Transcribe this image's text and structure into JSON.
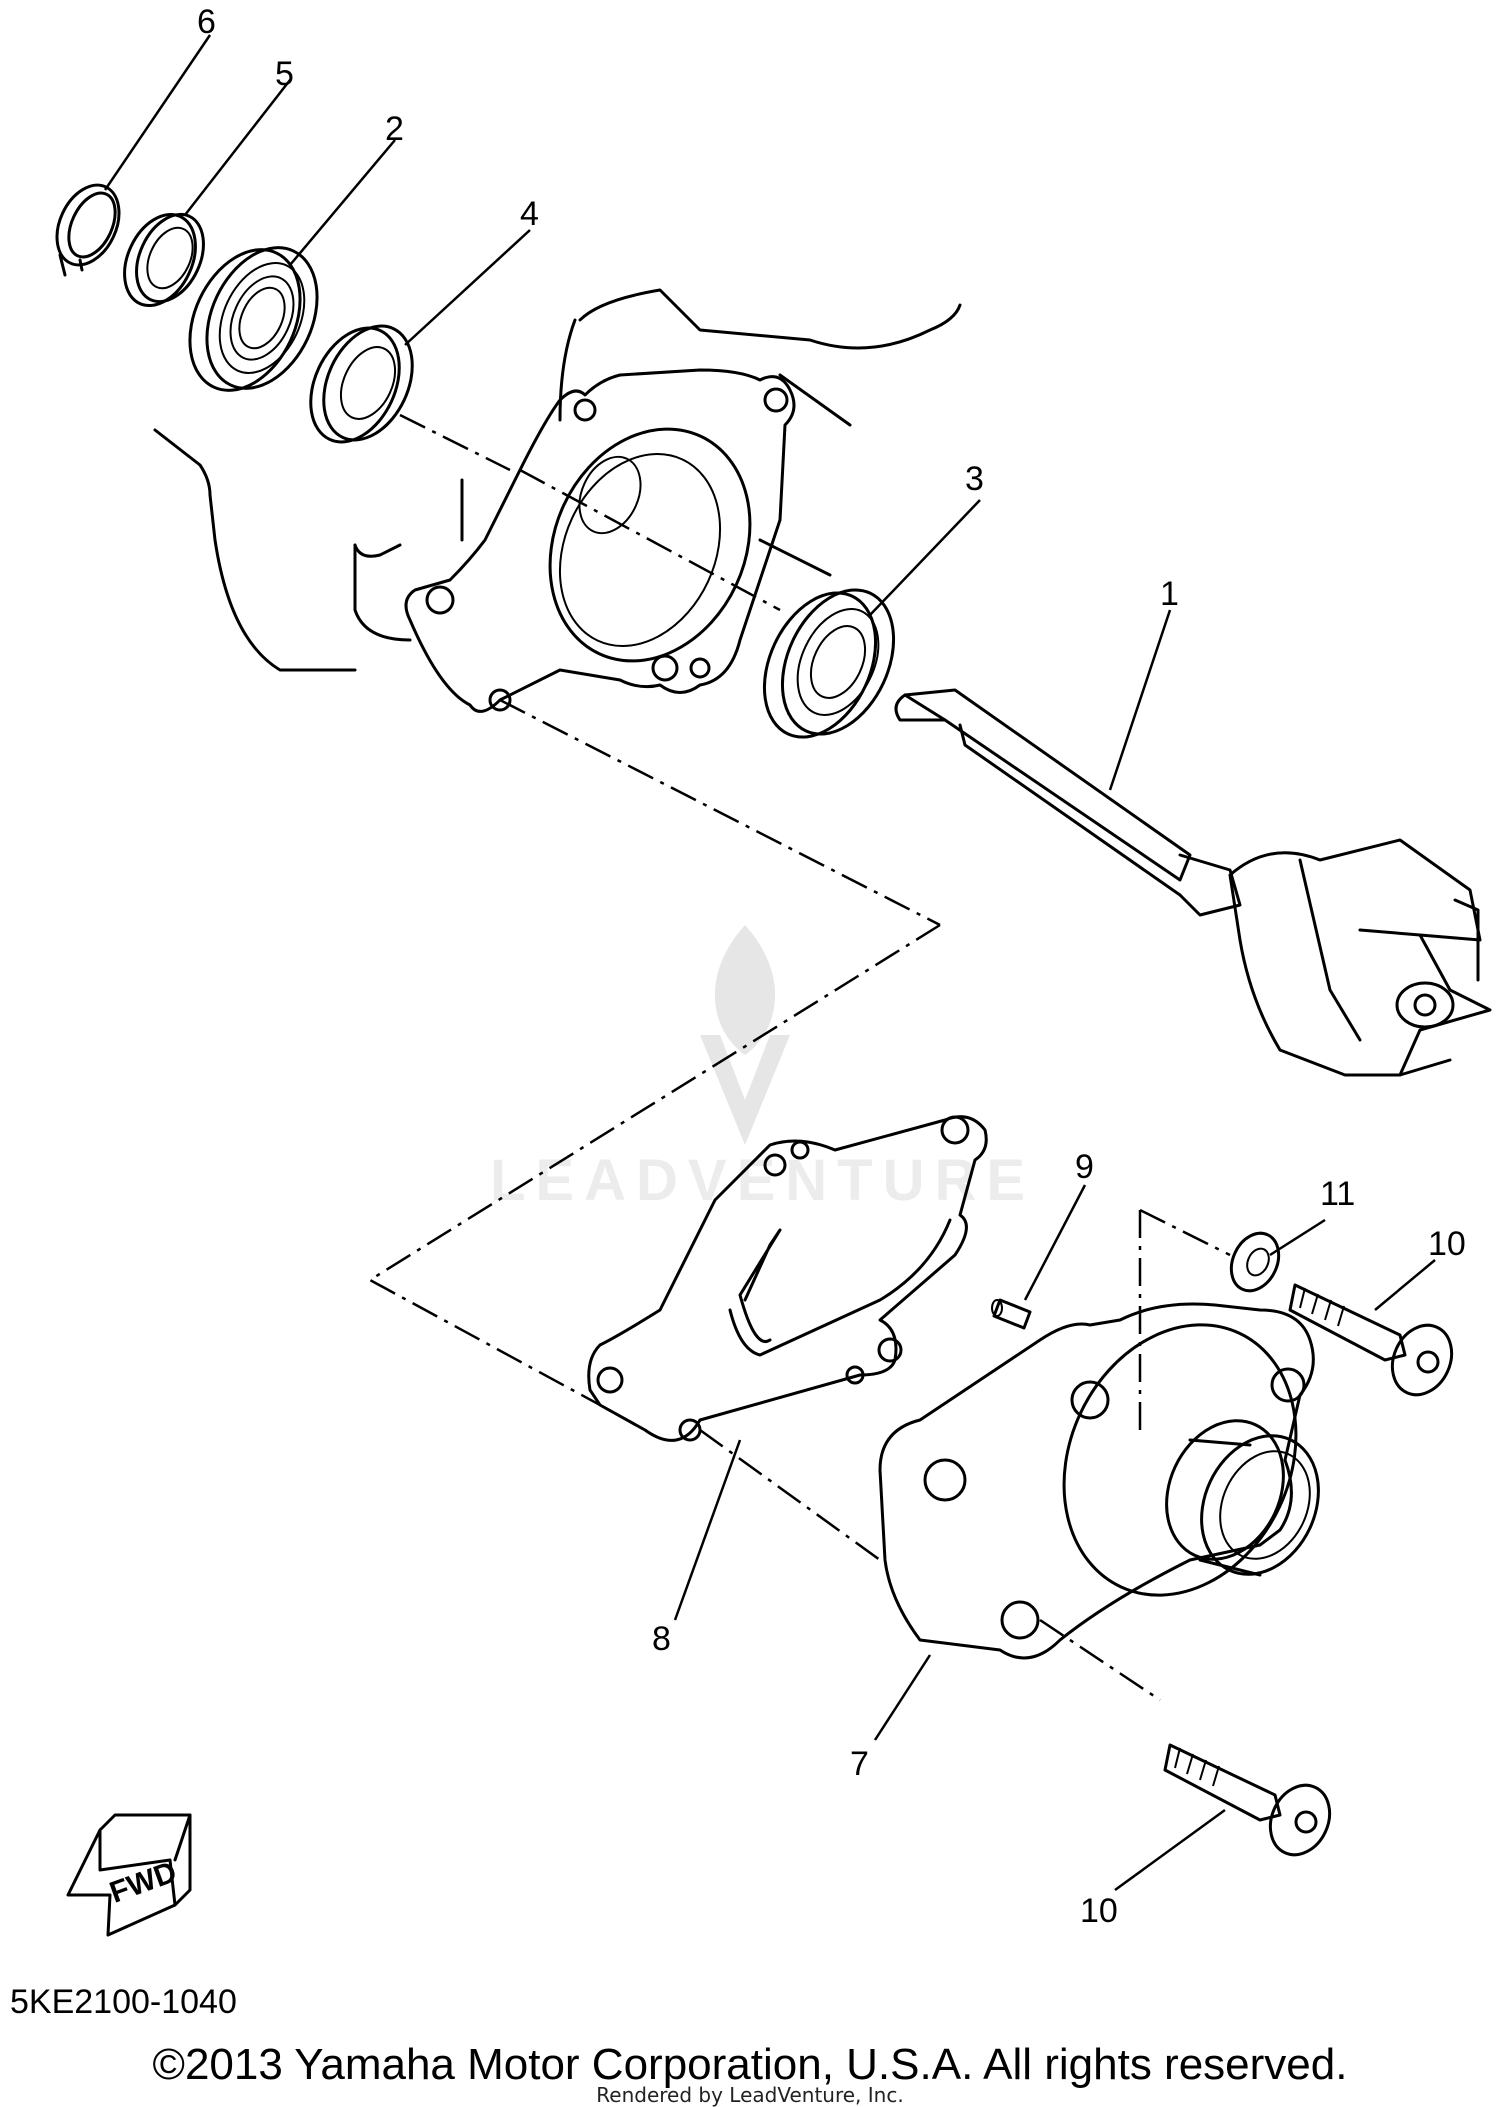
{
  "callouts": {
    "c1": "1",
    "c2": "2",
    "c3": "3",
    "c4": "4",
    "c5": "5",
    "c6": "6",
    "c7": "7",
    "c8": "8",
    "c9": "9",
    "c10a": "10",
    "c10b": "10",
    "c11": "11"
  },
  "fwd_label": "FWD",
  "watermark_text": "LEADVENTURE",
  "diagram_code": "5KE2100-1040",
  "copyright": "©2013 Yamaha Motor Corporation, U.S.A. All rights reserved.",
  "rendered_by": "Rendered by LeadVenture, Inc."
}
